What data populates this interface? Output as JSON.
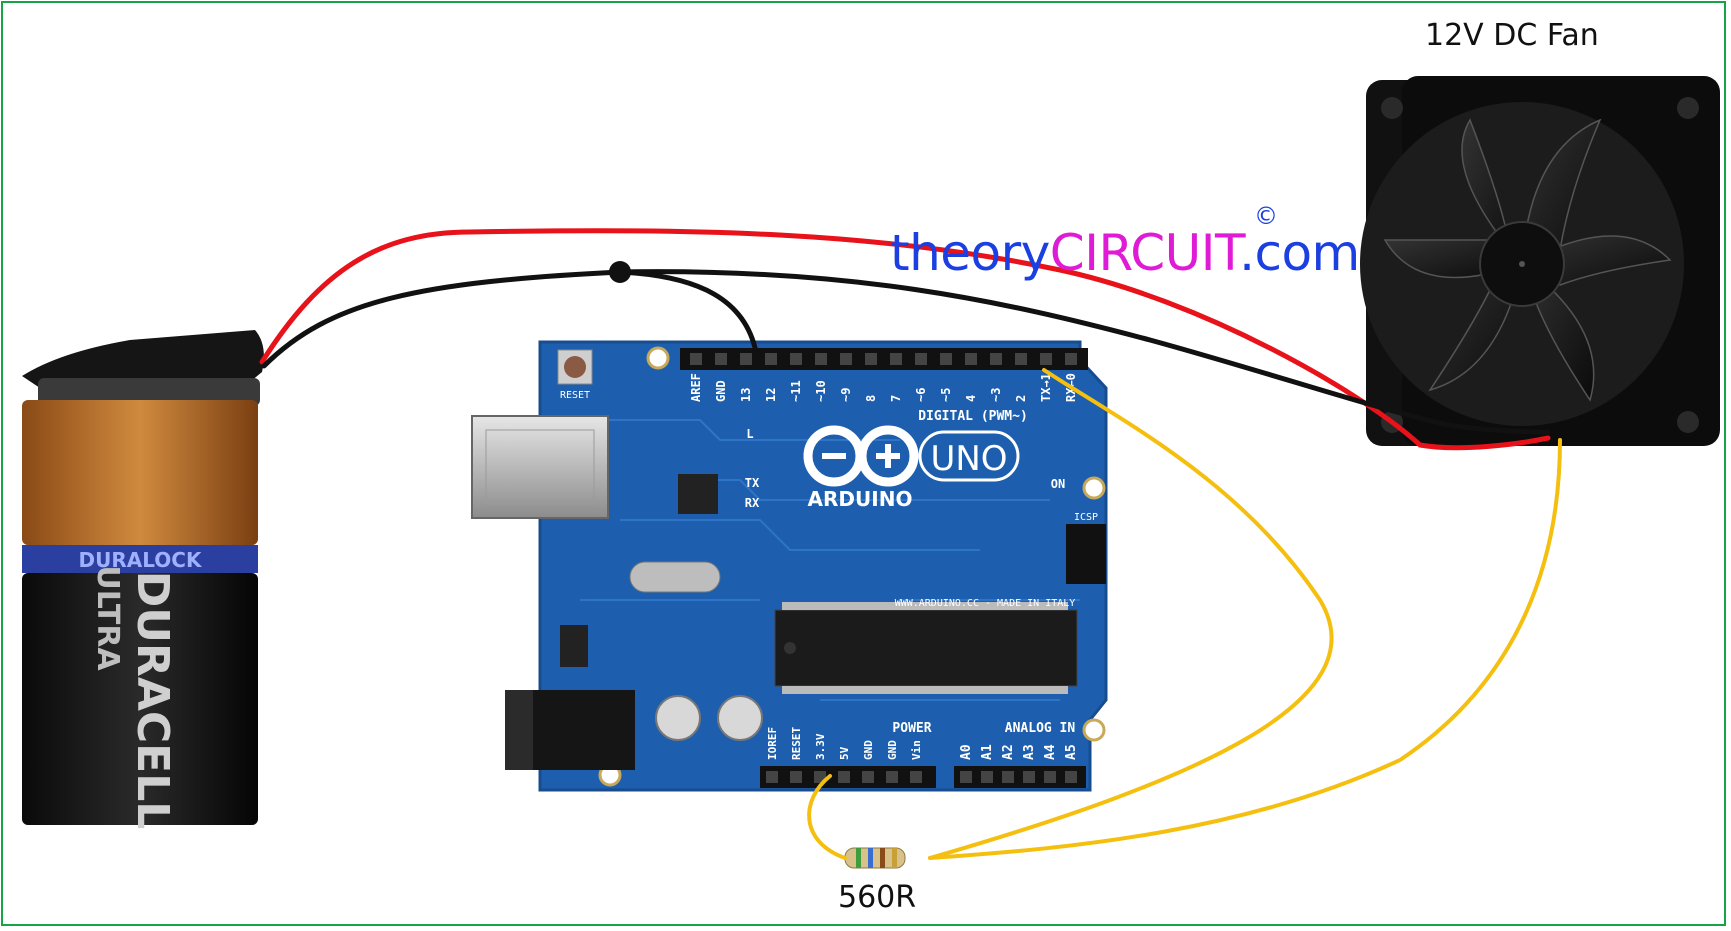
{
  "labels": {
    "fan": "12V DC Fan",
    "resistor": "560R",
    "brand_part1": "theory",
    "brand_part2": "CIRCUIT",
    "brand_part3": ".com",
    "copyright": "©"
  },
  "battery": {
    "brand": "DURACELL",
    "line": "ULTRA",
    "band": "DURALOCK"
  },
  "board": {
    "name": "UNO",
    "maker": "ARDUINO",
    "url": "WWW.ARDUINO.CC - MADE IN ITALY",
    "reset": "RESET",
    "digital": "DIGITAL (PWM~)",
    "power": "POWER",
    "analog": "ANALOG IN",
    "icsp": "ICSP",
    "on": "ON",
    "tx": "TX",
    "rx": "RX",
    "l": "L",
    "digital_pins": [
      "AREF",
      "GND",
      "13",
      "12",
      "~11",
      "~10",
      "~9",
      "8",
      "7",
      "~6",
      "~5",
      "4",
      "~3",
      "2",
      "TX→1",
      "RX←0"
    ],
    "power_pins": [
      "IOREF",
      "RESET",
      "3.3V",
      "5V",
      "GND",
      "GND",
      "Vin"
    ],
    "analog_pins": [
      "A0",
      "A1",
      "A2",
      "A3",
      "A4",
      "A5"
    ]
  },
  "colors": {
    "wire_red": "#e8121a",
    "wire_black": "#111111",
    "wire_yellow": "#f5bf10",
    "board": "#1d5fae",
    "frame": "#16a34a"
  }
}
